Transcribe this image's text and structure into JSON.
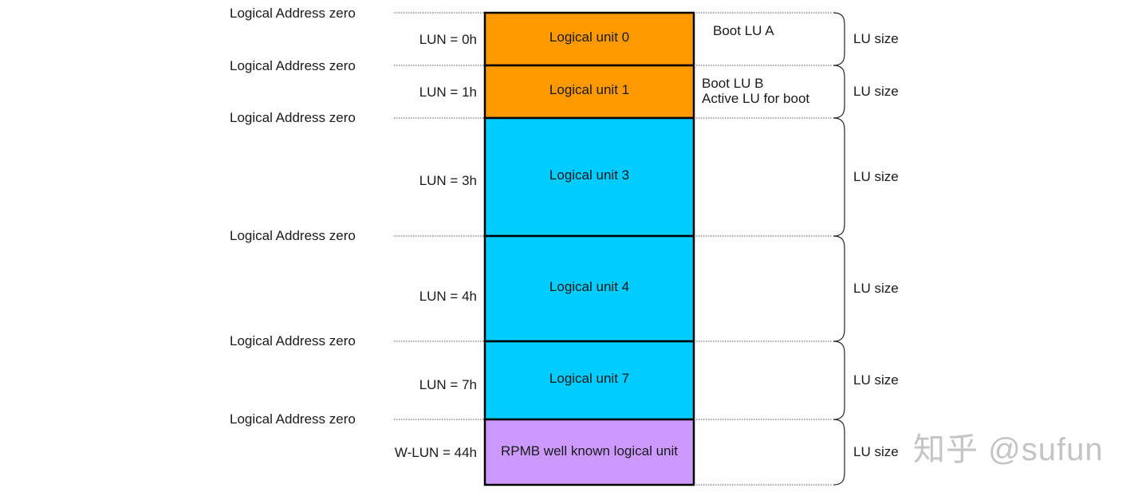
{
  "address_label": "Logical Address zero",
  "size_label": "LU size",
  "units": [
    {
      "lun": "LUN = 0h",
      "name": "Logical unit 0",
      "color": "#ff9900",
      "notes": [
        "Boot LU A"
      ]
    },
    {
      "lun": "LUN = 1h",
      "name": "Logical unit 1",
      "color": "#ff9900",
      "notes": [
        "Boot LU B",
        "Active LU for boot"
      ]
    },
    {
      "lun": "LUN = 3h",
      "name": "Logical unit 3",
      "color": "#00ccff",
      "notes": []
    },
    {
      "lun": "LUN = 4h",
      "name": "Logical unit 4",
      "color": "#00ccff",
      "notes": []
    },
    {
      "lun": "LUN = 7h",
      "name": "Logical unit 7",
      "color": "#00ccff",
      "notes": []
    },
    {
      "lun": "W-LUN = 44h",
      "name": "RPMB well known logical unit",
      "color": "#cc99ff",
      "notes": []
    }
  ],
  "watermark": "知乎 @sufun"
}
